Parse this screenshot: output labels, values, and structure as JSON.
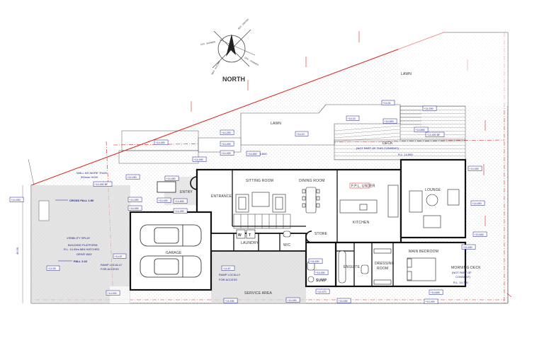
{
  "north": {
    "label": "NORTH",
    "rays": [
      "SEP - WINTER",
      "DEC - SUMMER",
      "MAR - AUTUMN",
      "JUN - SUMMER"
    ]
  },
  "rooms": {
    "lawn_top": "LAWN",
    "lawn": "LAWN",
    "deck": "DECK",
    "deck_note": "(NOT PART OF THIS CONSENT)",
    "deck_rl": "R.L. 14.590",
    "sitting": "SITTING ROOM",
    "dining": "DINING ROOM",
    "fplace": "F.P.L. UNDER",
    "lounge": "LOUNGE",
    "entrance": "ENTRANCE",
    "entry": "ENTRY",
    "kitchen": "KITCHEN",
    "store": "STORE",
    "laundry": "LAUNDRY",
    "wc": "W/C",
    "garage": "GARAGE",
    "ensuite": "ENSUITE",
    "dressing1": "DRESSING",
    "dressing2": "ROOM",
    "main_bedroom": "MAIN BEDROOM",
    "morning_deck1": "MORNING DECK",
    "morning_deck2": "(NOT PART OF",
    "morning_deck3": "CONSENT)",
    "morning_deck_rl": "R.L. 14.750",
    "service": "SERVICE AREA",
    "sump": "SUMP",
    "w": "W",
    "t": "T"
  },
  "notes": {
    "wall1": "WALL NO MORE THAN",
    "wall2": "900mm HIGH",
    "crossfall": "CROSS FALL 1:50",
    "visibility": "VISIBILITY SPLAY",
    "platform1": "BUILDING PLATFORM",
    "platform2": "R.L. 14.49m MIN HATCHED",
    "driveway": "DRIVE WAY",
    "fall": "FALL 1:22",
    "ramp1a": "RAMP LOCALLY",
    "ramp1b": "FOR ACCESS",
    "ramp2a": "RAMP LOCALLY",
    "ramp2b": "FOR ACCESS",
    "rl_lawn": "R.L. 14.890",
    "boundary_dim": "45.00"
  },
  "levels": [
    "+14.290",
    "+14.690",
    "+14.890",
    "+14.51",
    "+14.15",
    "+14.490 BF",
    "+14.290",
    "+14.490",
    "+14.890",
    "+14.10",
    "+14.490",
    "+14.490",
    "+14.490",
    "+14.490",
    "+14.490 BF",
    "+14.490",
    "+14.490",
    "+14.490",
    "+14.490",
    "+14.890",
    "+14.490",
    "+14.55",
    "+14.87",
    "+14.490",
    "+14.87",
    "+14.490",
    "+14.490",
    "+14.490",
    "+14.490",
    "+14.470",
    "+14.490",
    "+14.645",
    "+14.490",
    "+14.490",
    "+14.490",
    "+14.645",
    "+14.490",
    "+14.490"
  ]
}
